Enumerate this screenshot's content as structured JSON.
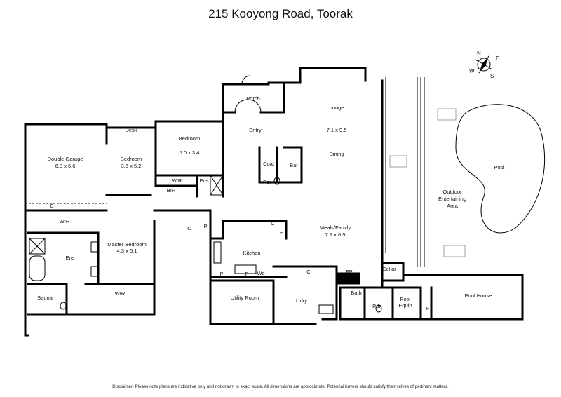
{
  "title": "215 Kooyong Road, Toorak",
  "disclaimer": "Disclaimer: Please note plans are indicative only and not drawn to exact scale. All dimensions are approximate. Potential buyers should satisfy themselves of pertinent matters.",
  "compass": {
    "n": "N",
    "e": "E",
    "s": "S",
    "w": "W"
  },
  "rooms": {
    "porch": "Porch",
    "lounge": "Lounge",
    "lounge_dim": "7.1 x 9.5",
    "entry": "Entry",
    "dining": "Dining",
    "desk": "Desk",
    "bedroom1": "Bedroom",
    "bedroom1_dim": "5.0 x 3.4",
    "bedroom2": "Bedroom",
    "bedroom2_dim": "3.6 x 5.2",
    "garage": "Double Garage",
    "garage_dim": "6.0 x 6.6",
    "coat": "Coat",
    "bar": "Bar",
    "pdr1": "Pdr",
    "wir1": "WIR",
    "ens1": "Ens",
    "bir": "BIR",
    "c_garage": "C",
    "wir2": "WIR",
    "master": "Master Bedroom",
    "master_dim": "4.3 x 5.1",
    "ens2": "Ens",
    "sauna": "Sauna",
    "wir3": "WIR",
    "c1": "C",
    "p1": "P",
    "c2": "C",
    "f1": "F",
    "meals": "Meals/Family",
    "meals_dim": "7.1 x 6.5",
    "kitchen": "Kitchen",
    "p2": "P",
    "p3": "P",
    "wo": "Wo",
    "c3": "C",
    "fp": "FP",
    "cellar": "Cellar",
    "utility": "Utility Room",
    "ldry": "L'dry",
    "bath": "Bath",
    "pdr2": "Pdr",
    "pool_equip1": "Pool",
    "pool_equip2": "Equip",
    "f2": "F",
    "pool_house": "Pool House",
    "pool": "Pool",
    "outdoor1": "Outdoor",
    "outdoor2": "Entertaining",
    "outdoor3": "Area"
  }
}
